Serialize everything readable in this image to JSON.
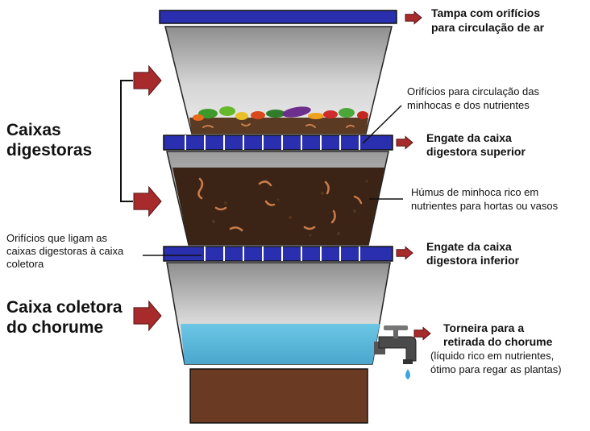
{
  "title": "",
  "colors": {
    "arrow": "#a72b2b",
    "lid_blue": "#2a2fb0",
    "liquid": "#5ab8da",
    "soil": "#3b2416",
    "base_brown": "#6b3a22",
    "tray_gray": "#b7b7b7"
  },
  "labels": {
    "lid": [
      "Tampa com orifícios",
      "para circulação de ar"
    ],
    "worm_holes": [
      "Orifícios para circulação das",
      "minhocas e dos nutrientes"
    ],
    "upper_coupling": [
      "Engate da caixa",
      "digestora superior"
    ],
    "humus": [
      "Húmus de minhoca rico em",
      "nutrientes para hortas ou vasos"
    ],
    "lower_coupling": [
      "Engate da caixa",
      "digestora inferior"
    ],
    "connecting_holes": [
      "Orifícios que ligam as",
      "caixas digestoras à caixa",
      "coletora"
    ],
    "digester_boxes": [
      "Caixas",
      "digestoras"
    ],
    "collector_box": [
      "Caixa coletora",
      "do chorume"
    ],
    "tap": [
      "Torneira para a",
      "retirada do chorume"
    ],
    "tap_note": [
      "(líquido rico em nutrientes,",
      "ótimo para regar as plantas)"
    ]
  },
  "icons": {
    "arrow": "right-arrow-icon",
    "tap": "faucet-icon",
    "drop": "water-drop-icon"
  }
}
